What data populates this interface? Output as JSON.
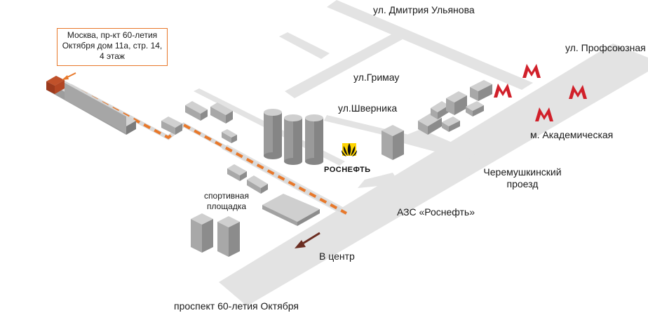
{
  "address": {
    "line1": "Москва, пр-кт 60-летия",
    "line2": "Октября дом 11а, стр. 14,",
    "line3": "4 этаж"
  },
  "streets": {
    "dmitriya_ulyanova": "ул. Дмитрия Ульянова",
    "profsoyuznaya": "ул. Профсоюзная",
    "grimau": "ул.Гримау",
    "shvernika": "ул.Шверника",
    "cheremushkinsky_line1": "Черемушкинский",
    "cheremushkinsky_line2": "проезд",
    "prospekt": "проспект 60-летия Октября"
  },
  "places": {
    "metro_station": "м. Академическая",
    "gas_station": "АЗС «Роснефть»",
    "sports_ground_line1": "спортивная",
    "sports_ground_line2": "площадка",
    "to_center": "В центр"
  },
  "brand": {
    "name": "РОСНЕФТЬ"
  },
  "metro_symbol": "М",
  "colors": {
    "route": "#e8782a",
    "target_building": "#c0512a",
    "metro": "#d1202a",
    "road": "#e3e3e3",
    "building_light": "#b4b4b4",
    "building_dark": "#8c8c8c",
    "arrow": "#6b2d22"
  },
  "icons": [
    "metro-icon",
    "rosneft-logo-icon",
    "direction-arrow-icon"
  ]
}
